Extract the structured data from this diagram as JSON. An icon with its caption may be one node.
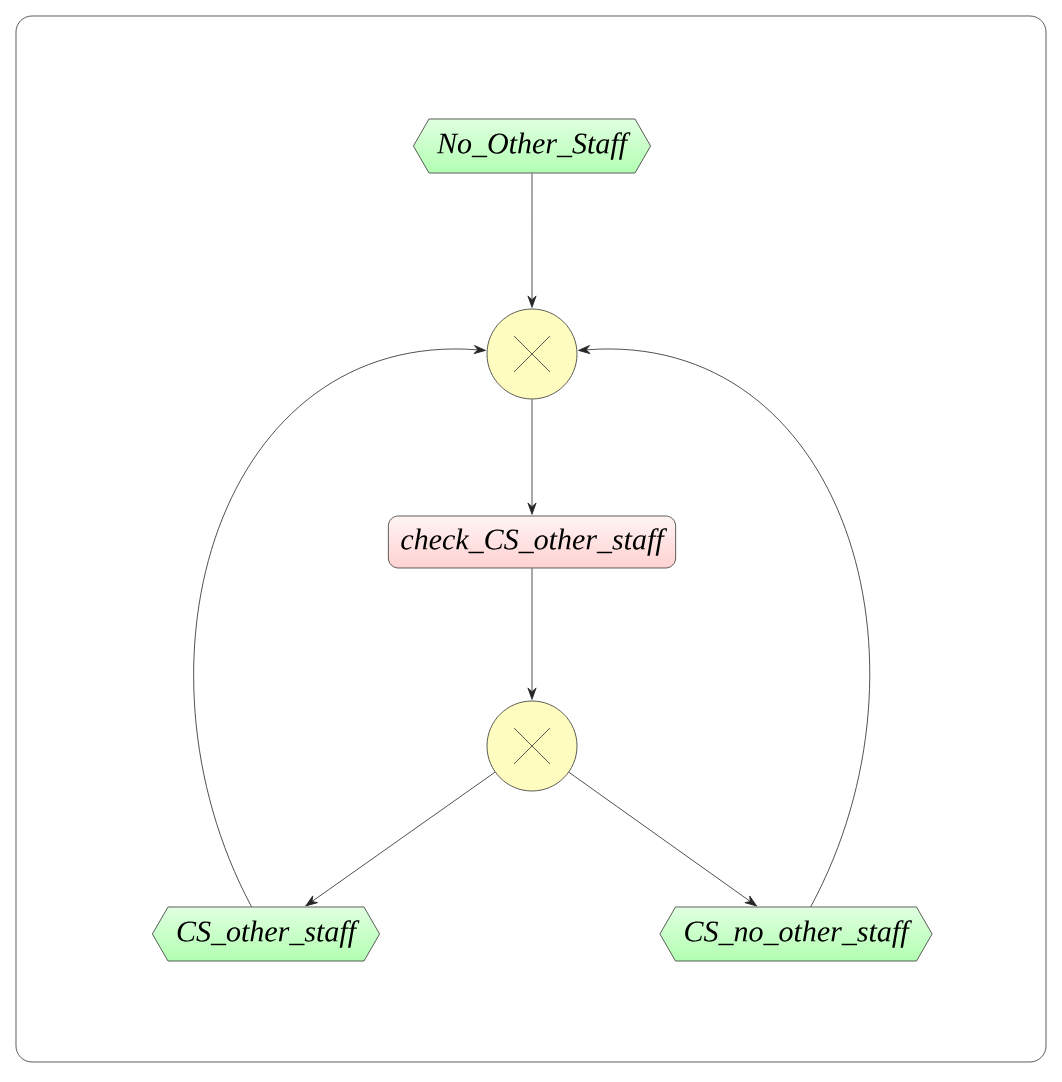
{
  "diagram": {
    "nodes": [
      {
        "text": [
          "No_Other_Staff"
        ]
      },
      {
        "text": [],
        "shape": "circle"
      },
      {
        "text": [
          "check_CS_other_staff"
        ]
      },
      {
        "text": [],
        "shape": "circle"
      },
      {
        "text": [
          "CS_other_staff"
        ]
      },
      {
        "text": [
          "CS_no_other_staff"
        ]
      }
    ],
    "edges": [
      {
        "from": 0,
        "to": 1,
        "arrow": "to"
      },
      {
        "from": 1,
        "to": 2,
        "arrow": "to"
      },
      {
        "from": 2,
        "to": 3,
        "arrow": "to"
      },
      {
        "from": 3,
        "to": 4,
        "arrow": "to"
      },
      {
        "from": 3,
        "to": 5,
        "arrow": "to"
      },
      {
        "from": 4,
        "to": 1,
        "arrow": "to"
      },
      {
        "from": 5,
        "to": 1,
        "arrow": "to"
      }
    ]
  }
}
